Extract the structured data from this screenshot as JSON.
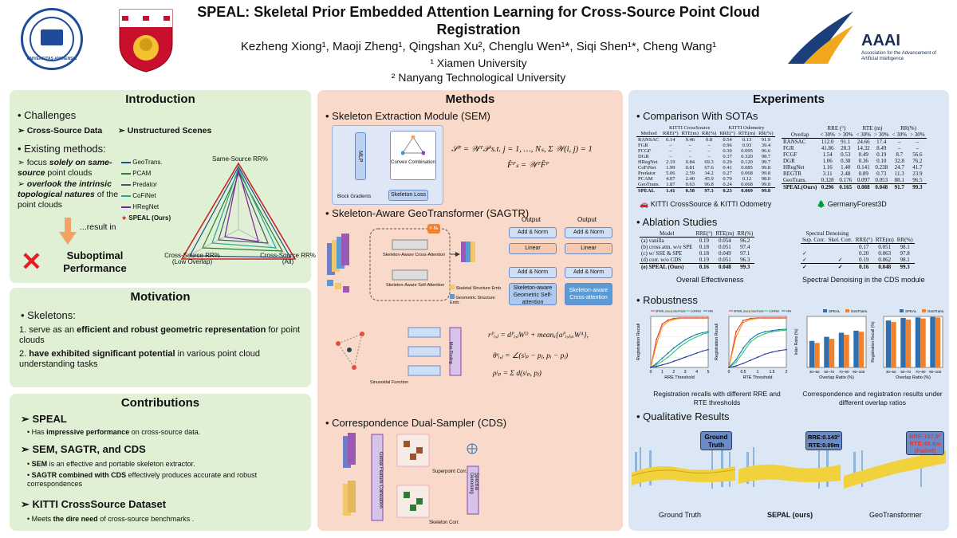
{
  "header": {
    "title": "SPEAL: Skeletal Prior Embedded Attention Learning for Cross-Source Point Cloud Registration",
    "authors": "Kezheng Xiong¹, Maoji Zheng¹, Qingshan Xu², Chenglu Wen¹*, Siqi Shen¹*, Cheng Wang¹",
    "aff1": "¹ Xiamen University",
    "aff2": "² Nanyang Technological University",
    "logo_xmu": "UNIVERSITAS AMOIENSIS",
    "logo_aaai_name": "AAAI",
    "logo_aaai_sub": "Association for the Advancement of Artificial Intelligence"
  },
  "introduction": {
    "title": "Introduction",
    "challenges": "Challenges",
    "c1": "Cross-Source Data",
    "c2": "Unstructured Scenes",
    "existing": "Existing methods:",
    "e1a": "focus ",
    "e1b": "solely on same-source",
    "e1c": " point clouds",
    "e2a": "overlook the intrinsic topological natures",
    "e2b": " of the point clouds",
    "result": "...result in",
    "outcome": "Suboptimal Performance",
    "legend": [
      "GeoTrans.",
      "PCAM",
      "Predator",
      "CoFiNet",
      "HRegNet",
      "SPEAL (Ours)"
    ],
    "radar_top": "Same-Source RR%",
    "radar_left": "Cross-Source RR%\n(Low Overlap)",
    "radar_right": "Cross-Source RR%\n(All)"
  },
  "motivation": {
    "title": "Motivation",
    "skeletons": "Skeletons:",
    "m1a": "serve as an ",
    "m1b": "efficient and robust geometric representation",
    "m1c": " for point clouds",
    "m2a": "have exhibited significant potential",
    "m2b": " in various point cloud understanding tasks"
  },
  "contributions": {
    "title": "Contributions",
    "h1": "SPEAL",
    "b1a": "Has ",
    "b1b": "impressive performance",
    "b1c": " on cross-source data.",
    "h2": "SEM, SAGTR, and CDS",
    "b2a": "SEM",
    "b2b": " is an effective and portable skeleton extractor.",
    "b3a": "SAGTR combined with CDS",
    "b3b": " effectively produces accurate and robust correspondences",
    "h3": "KITTI CrossSource Dataset",
    "b4a": "Meets ",
    "b4b": "the dire need",
    "b4c": " of cross-source benchmarks ."
  },
  "methods": {
    "title": "Methods",
    "sem": "Skeleton Extraction Module (SEM)",
    "sagtr": "Skeleton-Aware GeoTransformer (SAGTR)",
    "cds": "Correspondence Dual-Sampler (CDS)",
    "mlp": "MLP",
    "convex": "Convex Combination",
    "block_grad": "Block Gradients",
    "skel_loss": "Skeleton Loss",
    "eq1": "𝒮ᴾ = 𝒲ᵀ𝒫 s.t. j = 1, …, Nₛ, Σ 𝒲(i, j) = 1",
    "eq2": "F̂ᴾₛ = 𝒲ᵀF̂ᴾ",
    "output": "Output",
    "add_norm": "Add & Norm",
    "linear": "Linear",
    "self_att": "Skeleton-aware Geometric Self-attention",
    "cross_att": "Skeleton-aware Cross-attention",
    "sa_cross": "Skeleton-Aware Cross-Attention",
    "sa_self": "Skeleton-Aware Self-Attention",
    "skel_emb": "Skeletal Structure Emb.",
    "geo_emb": "Geometric Structure Emb.",
    "nx": "× Nₜ",
    "max_pool": "Max Pooling",
    "sinusoidal": "Sinusoidal Function",
    "eq3": "rᴾᵢ,ⱼ = dᴾᵢ,ⱼWᴰ + meanₓ{aᴾᵢ,ⱼ,ₓWᴬ},",
    "eq4": "θᵉᵢ,ⱼ = ∠(sʲₚ − pⱼ, pᵢ − pⱼ)",
    "eq5": "ρʲₚ = Σ d(sʲₚ, pⱼ)",
    "global_corr": "Global Feature Correlation",
    "superpoint_corr": "Superpoint Corr.",
    "skeleton_corr": "Skeleton Corr.",
    "spectral": "Spectral Denoising"
  },
  "experiments": {
    "title": "Experiments",
    "sota": "Comparison With SOTAs",
    "kitti_caption": "KITTI CrossSource & KITTI Odometry",
    "forest_caption": "GermanyForest3D",
    "table1": {
      "groups": [
        "KITTI CrossSource",
        "KITTI Odometry"
      ],
      "headers": [
        "Method",
        "RRE(°)",
        "RTE(m)",
        "RR(%)",
        "RRE(°)",
        "RTE(m)",
        "RR(%)"
      ],
      "rows": [
        [
          "RANSAC",
          "6.14",
          "9.46",
          "0.8",
          "0.54",
          "0.13",
          "91.9"
        ],
        [
          "FGR",
          "–",
          "–",
          "–",
          "0.96",
          "0.93",
          "39.4"
        ],
        [
          "FCGF",
          "–",
          "–",
          "–",
          "0.30",
          "0.095",
          "96.6"
        ],
        [
          "DGR",
          "–",
          "–",
          "–",
          "0.37",
          "0.320",
          "98.7"
        ],
        [
          "HRegNet",
          "2.19",
          "0.84",
          "69.3",
          "0.29",
          "0.120",
          "99.7"
        ],
        [
          "CoFiNet",
          "1.99",
          "0.81",
          "67.6",
          "0.41",
          "0.085",
          "99.8"
        ],
        [
          "Predator",
          "5.06",
          "2.59",
          "34.2",
          "0.27",
          "0.068",
          "99.8"
        ],
        [
          "PCAM",
          "4.07",
          "2.40",
          "45.9",
          "0.79",
          "0.12",
          "98.0"
        ],
        [
          "GeoTrans.",
          "1.87",
          "0.63",
          "96.8",
          "0.24",
          "0.068",
          "99.8"
        ],
        [
          "SPEAL",
          "1.41",
          "0.58",
          "97.3",
          "0.23",
          "0.069",
          "99.8"
        ]
      ]
    },
    "table2": {
      "groups": [
        "RRE (°)",
        "RTE (m)",
        "RR(%)"
      ],
      "headers": [
        "Overlap",
        "< 30%",
        "> 30%",
        "< 30%",
        "> 30%",
        "< 30%",
        "> 30%"
      ],
      "rows": [
        [
          "RANSAC",
          "112.0",
          "91.1",
          "24.66",
          "17.4",
          "–",
          "–"
        ],
        [
          "FGR",
          "41.86",
          "28.3",
          "14.32",
          "8.49",
          "–",
          "–"
        ],
        [
          "FCGF",
          "1.54",
          "0.53",
          "0.49",
          "0.19",
          "8.7",
          "56.6"
        ],
        [
          "DGR",
          "1.06",
          "0.38",
          "0.36",
          "0.10",
          "32.8",
          "76.2"
        ],
        [
          "HRegNet",
          "1.16",
          "1.40",
          "0.141",
          "0.238",
          "24.7",
          "41.7"
        ],
        [
          "REGTR",
          "3.11",
          "2.48",
          "0.89",
          "0.73",
          "11.3",
          "23.9"
        ],
        [
          "GeoTrans.",
          "0.328",
          "0.176",
          "0.097",
          "0.053",
          "88.1",
          "96.5"
        ],
        [
          "SPEAL(Ours)",
          "0.296",
          "0.165",
          "0.088",
          "0.048",
          "91.7",
          "99.3"
        ]
      ]
    },
    "ablation": "Ablation Studies",
    "table3": {
      "headers": [
        "Model",
        "RRE(°)",
        "RTE(m)",
        "RR(%)"
      ],
      "rows": [
        [
          "(a) vanilla",
          "0.19",
          "0.054",
          "96.2"
        ],
        [
          "(b) cross attn. w/o SPE",
          "0.18",
          "0.051",
          "97.4"
        ],
        [
          "(c) w/ SSE & SPE",
          "0.18",
          "0.049",
          "97.1"
        ],
        [
          "(d) corr. w/o CDS",
          "0.19",
          "0.051",
          "96.3"
        ],
        [
          "(e) SPEAL (Ours)",
          "0.16",
          "0.048",
          "99.3"
        ]
      ],
      "caption": "Overall Effectiveness"
    },
    "table4": {
      "group": "Spectral Denoising",
      "headers": [
        "Sup. Corr.",
        "Skel. Corr.",
        "RRE(°)",
        "RTE(m)",
        "RR(%)"
      ],
      "rows": [
        [
          "",
          "",
          "0.17",
          "0.051",
          "98.1"
        ],
        [
          "✓",
          "",
          "0.20",
          "0.063",
          "97.8"
        ],
        [
          "✓",
          "✓",
          "0.19",
          "0.062",
          "98.1"
        ],
        [
          "✓",
          "✓",
          "0.16",
          "0.048",
          "99.3"
        ]
      ],
      "caption": "Spectral Denoising in the CDS module"
    },
    "robustness": "Robustness",
    "rob_caption1": "Registration recalls with different RRE and RTE thresholds",
    "rob_caption2": "Correspondence and registration results under different overlap ratios",
    "qualitative": "Qualitative Results",
    "q1": "Ground Truth",
    "q2": "SEPAL (ours)",
    "q3": "GeoTransformer",
    "q_badge1": "Ground Truth",
    "q_badge2a": "RRE:0.143°",
    "q_badge2b": "RTE:0.09m",
    "q_badge3a": "RRE:167.9°",
    "q_badge3b": "RTE:48.4m",
    "q_badge3c": "(Failed)"
  },
  "chart_data": [
    {
      "type": "line",
      "xlabel": "RRE Threshold",
      "ylabel": "Registration Recall",
      "x": [
        0,
        0.5,
        1,
        1.5,
        2,
        2.5,
        3,
        3.5,
        4,
        4.5,
        5
      ],
      "xticks": [
        "0",
        "1",
        "2",
        "3",
        "4",
        "5"
      ],
      "ylim": [
        0,
        1
      ],
      "series": [
        {
          "name": "SPEAL (ours)",
          "color": "#e53935",
          "values": [
            0,
            0.55,
            0.85,
            0.93,
            0.96,
            0.97,
            0.97,
            0.97,
            0.97,
            0.97,
            0.97
          ]
        },
        {
          "name": "GeoTrans",
          "color": "#f39c12",
          "values": [
            0,
            0.45,
            0.8,
            0.9,
            0.94,
            0.96,
            0.96,
            0.96,
            0.96,
            0.96,
            0.96
          ]
        },
        {
          "name": "CoFiNet",
          "color": "#2ecc71",
          "values": [
            0,
            0.05,
            0.12,
            0.2,
            0.3,
            0.4,
            0.48,
            0.55,
            0.6,
            0.65,
            0.68
          ]
        },
        {
          "name": "HRegNet",
          "color": "#1f77b4",
          "values": [
            0,
            0.08,
            0.18,
            0.28,
            0.38,
            0.46,
            0.54,
            0.6,
            0.65,
            0.68,
            0.7
          ]
        },
        {
          "name": "Predator",
          "color": "#2c3e9f",
          "values": [
            0,
            0.02,
            0.05,
            0.08,
            0.12,
            0.16,
            0.2,
            0.24,
            0.28,
            0.32,
            0.35
          ]
        }
      ]
    },
    {
      "type": "line",
      "xlabel": "RTE Threshold",
      "ylabel": "Registration Recall",
      "x": [
        0,
        0.25,
        0.5,
        0.75,
        1,
        1.25,
        1.5,
        1.75,
        2
      ],
      "xticks": [
        "0",
        "0.5",
        "1",
        "1.5",
        "2"
      ],
      "ylim": [
        0,
        1
      ],
      "series": [
        {
          "name": "SPEAL (ours)",
          "color": "#e53935",
          "values": [
            0,
            0.7,
            0.92,
            0.96,
            0.97,
            0.97,
            0.97,
            0.97,
            0.97
          ]
        },
        {
          "name": "GeoTrans",
          "color": "#f39c12",
          "values": [
            0,
            0.6,
            0.88,
            0.94,
            0.96,
            0.96,
            0.96,
            0.96,
            0.96
          ]
        },
        {
          "name": "CoFiNet",
          "color": "#2ecc71",
          "values": [
            0,
            0.1,
            0.3,
            0.5,
            0.6,
            0.66,
            0.7,
            0.72,
            0.73
          ]
        },
        {
          "name": "HRegNet",
          "color": "#1f77b4",
          "values": [
            0,
            0.15,
            0.38,
            0.55,
            0.65,
            0.7,
            0.72,
            0.74,
            0.75
          ]
        },
        {
          "name": "Predator",
          "color": "#2c3e9f",
          "values": [
            0,
            0.03,
            0.08,
            0.14,
            0.2,
            0.26,
            0.3,
            0.33,
            0.35
          ]
        }
      ]
    },
    {
      "type": "bar",
      "xlabel": "Overlap Ratio (%)",
      "ylabel": "Inlier Ratio (%)",
      "categories": [
        "30~50",
        "50~70",
        "70~90",
        "90~100"
      ],
      "ylim": [
        0,
        100
      ],
      "series": [
        {
          "name": "SPEAL",
          "color": "#2f6fb0",
          "values": [
            52,
            60,
            68,
            72
          ]
        },
        {
          "name": "GeoTrans.",
          "color": "#f0822d",
          "values": [
            48,
            56,
            64,
            70
          ]
        }
      ]
    },
    {
      "type": "bar",
      "xlabel": "Overlap Ratio (%)",
      "ylabel": "Registration Recall (%)",
      "categories": [
        "30~50",
        "50~70",
        "70~90",
        "90~100"
      ],
      "ylim": [
        0,
        100
      ],
      "series": [
        {
          "name": "SPEAL",
          "color": "#2f6fb0",
          "values": [
            92,
            97,
            98,
            99
          ]
        },
        {
          "name": "GeoTrans.",
          "color": "#f0822d",
          "values": [
            89,
            94,
            96,
            98
          ]
        }
      ]
    }
  ]
}
